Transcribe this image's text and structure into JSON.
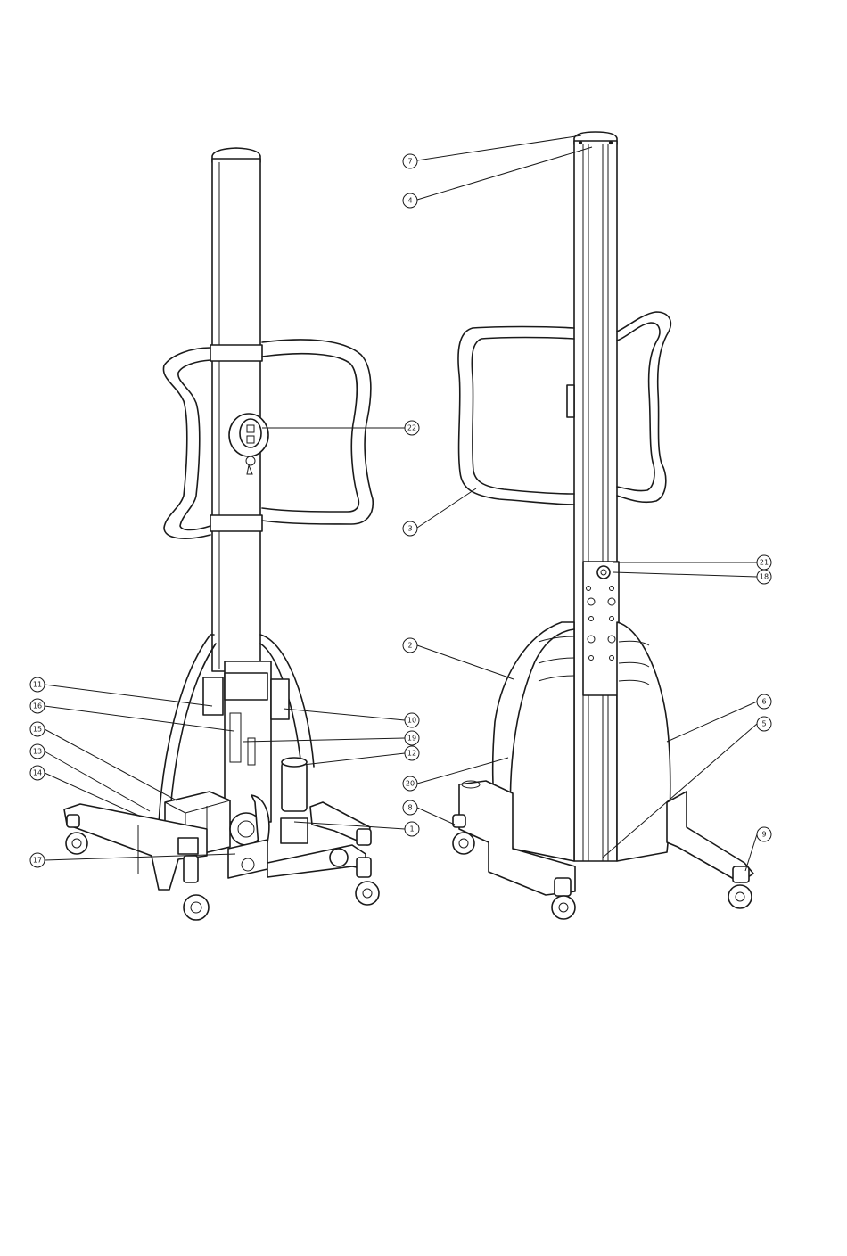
{
  "callouts": [
    {
      "id": "c7",
      "label": "7"
    },
    {
      "id": "c4",
      "label": "4"
    },
    {
      "id": "c22",
      "label": "22"
    },
    {
      "id": "c3",
      "label": "3"
    },
    {
      "id": "c21",
      "label": "21"
    },
    {
      "id": "c18",
      "label": "18"
    },
    {
      "id": "c2",
      "label": "2"
    },
    {
      "id": "c11",
      "label": "11"
    },
    {
      "id": "c10",
      "label": "10"
    },
    {
      "id": "c16",
      "label": "16"
    },
    {
      "id": "c19",
      "label": "19"
    },
    {
      "id": "c15",
      "label": "15"
    },
    {
      "id": "c12",
      "label": "12"
    },
    {
      "id": "c13",
      "label": "13"
    },
    {
      "id": "c14",
      "label": "14"
    },
    {
      "id": "c6",
      "label": "6"
    },
    {
      "id": "c5",
      "label": "5"
    },
    {
      "id": "c20",
      "label": "20"
    },
    {
      "id": "c8",
      "label": "8"
    },
    {
      "id": "c1",
      "label": "1"
    },
    {
      "id": "c9",
      "label": "9"
    },
    {
      "id": "c17",
      "label": "17"
    }
  ],
  "colors": {
    "line": "#1a1a1a",
    "background": "#ffffff"
  }
}
